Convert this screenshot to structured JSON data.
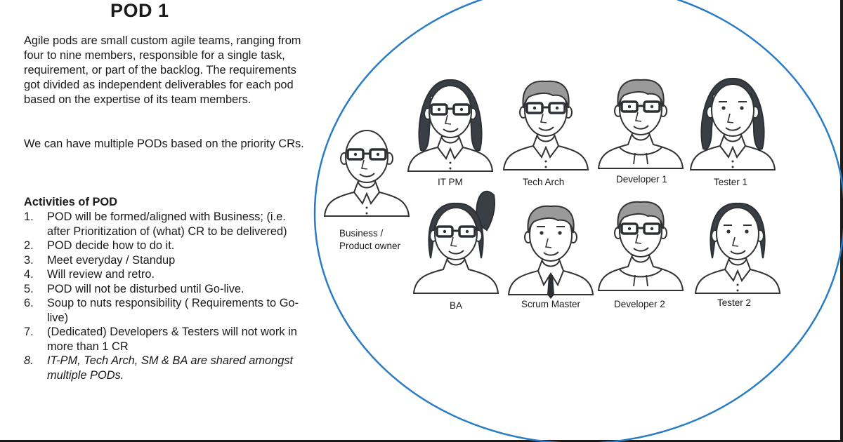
{
  "title": "POD 1",
  "intro": "Agile pods are small custom agile teams, ranging from four to nine members, responsible for a single task, requirement, or part of the backlog. The requirements got divided as independent deliverables for each pod based on the expertise of its team members.",
  "intro2": "We can have multiple PODs based on the priority CRs.",
  "activities": {
    "title": "Activities of POD",
    "items": [
      {
        "num": "1.",
        "text": "POD will be formed/aligned with Business; (i.e. after Prioritization of (what) CR to be delivered)"
      },
      {
        "num": "2.",
        "text": "POD decide how to do it."
      },
      {
        "num": "3.",
        "text": "Meet everyday / Standup"
      },
      {
        "num": "4.",
        "text": "Will review and retro."
      },
      {
        "num": "5.",
        "text": "POD will not be disturbed until Go-live."
      },
      {
        "num": "6.",
        "text": "Soup to nuts responsibility ( Requirements to Go-live)"
      },
      {
        "num": "7.",
        "text": "(Dedicated) Developers & Testers will not work in more than 1 CR"
      },
      {
        "num": "8.",
        "text": "IT-PM, Tech Arch, SM & BA are shared amongst multiple PODs.",
        "italic": true
      }
    ]
  },
  "team": {
    "business_line1": "Business /",
    "business_line2": "Product owner",
    "it_pm": "IT PM",
    "tech_arch": "Tech Arch",
    "developer1": "Developer 1",
    "tester1": "Tester 1",
    "ba": "BA",
    "scrum_master": "Scrum Master",
    "developer2": "Developer 2",
    "tester2": "Tester 2"
  },
  "colors": {
    "ellipse": "#2a7dc4",
    "hair_dark": "#3a3f45",
    "hair_grey": "#9a9a9a",
    "outline": "#333333"
  }
}
